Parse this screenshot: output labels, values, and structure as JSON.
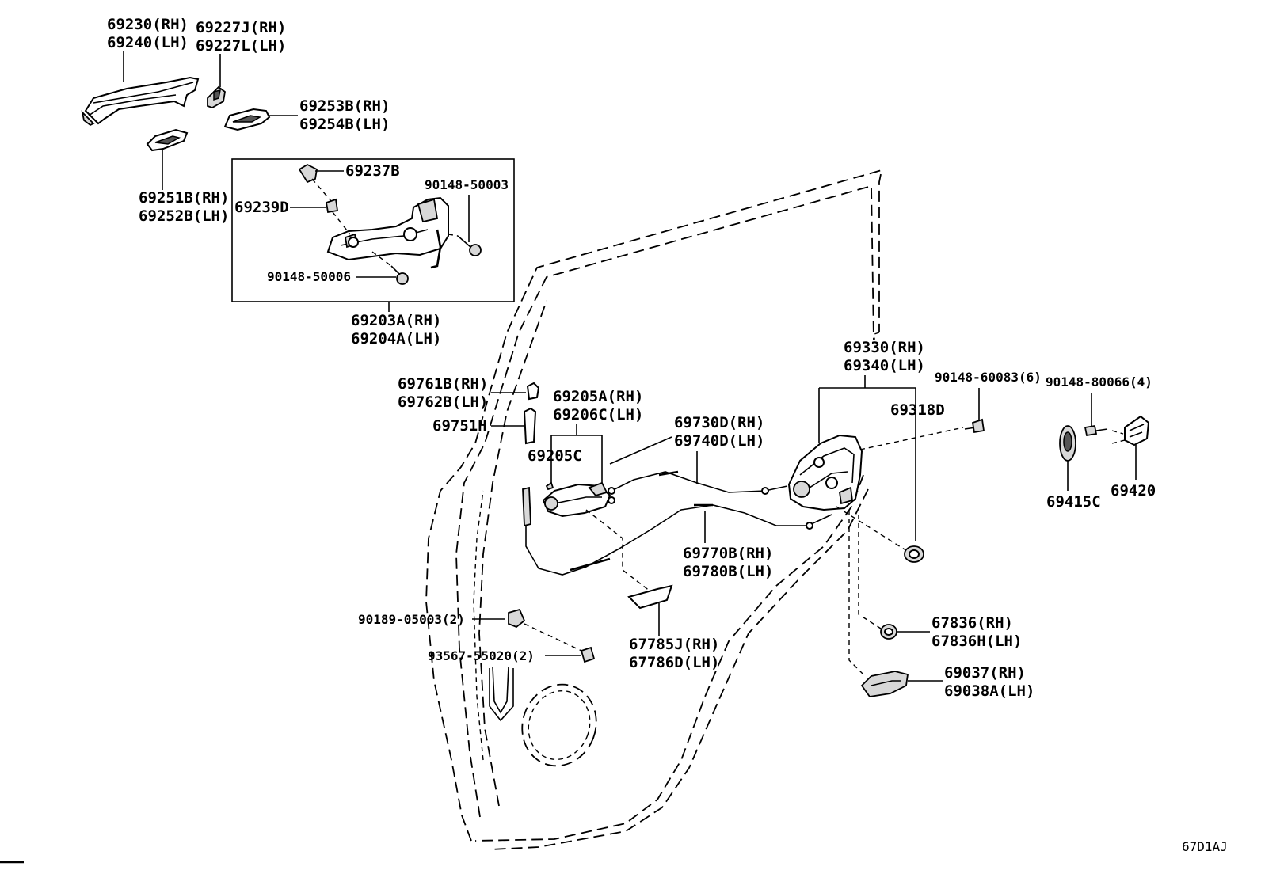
{
  "diagram_code": "67D1AJ",
  "labels": {
    "p69230": "69230(RH)",
    "p69240": "69240(LH)",
    "p69227J": "69227J(RH)",
    "p69227L": "69227L(LH)",
    "p69253B": "69253B(RH)",
    "p69254B": "69254B(LH)",
    "p69251B": "69251B(RH)",
    "p69252B": "69252B(LH)",
    "p69237B": "69237B",
    "p69239D": "69239D",
    "p90148_50003": "90148-50003",
    "p90148_50006": "90148-50006",
    "p69203A": "69203A(RH)",
    "p69204A": "69204A(LH)",
    "p69330": "69330(RH)",
    "p69340": "69340(LH)",
    "p90148_60083": "90148-60083(6)",
    "p90148_80066": "90148-80066(4)",
    "p69318D": "69318D",
    "p69761B": "69761B(RH)",
    "p69762B": "69762B(LH)",
    "p69751H": "69751H",
    "p69205A": "69205A(RH)",
    "p69206C": "69206C(LH)",
    "p69205C": "69205C",
    "p69730D": "69730D(RH)",
    "p69740D": "69740D(LH)",
    "p69415C": "69415C",
    "p69420": "69420",
    "p69770B": "69770B(RH)",
    "p69780B": "69780B(LH)",
    "p90189_05003": "90189-05003(2)",
    "p93567_55020": "93567-55020(2)",
    "p67785J": "67785J(RH)",
    "p67786D": "67786D(LH)",
    "p67836": "67836(RH)",
    "p67836H": "67836H(LH)",
    "p69037": "69037(RH)",
    "p69038A": "69038A(LH)"
  },
  "icons": [
    "outer-handle",
    "handle-cover",
    "handle-bezel",
    "inner-handle-bezel",
    "handle-frame",
    "screw",
    "door-lock",
    "cable",
    "striker",
    "plug",
    "clip",
    "pad"
  ]
}
